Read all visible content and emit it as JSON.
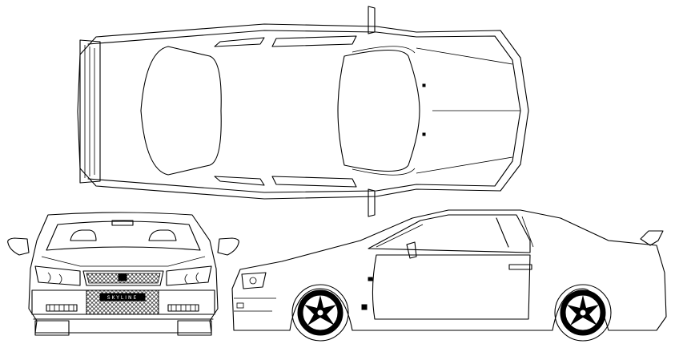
{
  "diagram": {
    "views": [
      "top",
      "front",
      "side"
    ],
    "front_plate_text": "SKYLINE",
    "colors": {
      "line": "#000000",
      "background": "#ffffff"
    }
  }
}
